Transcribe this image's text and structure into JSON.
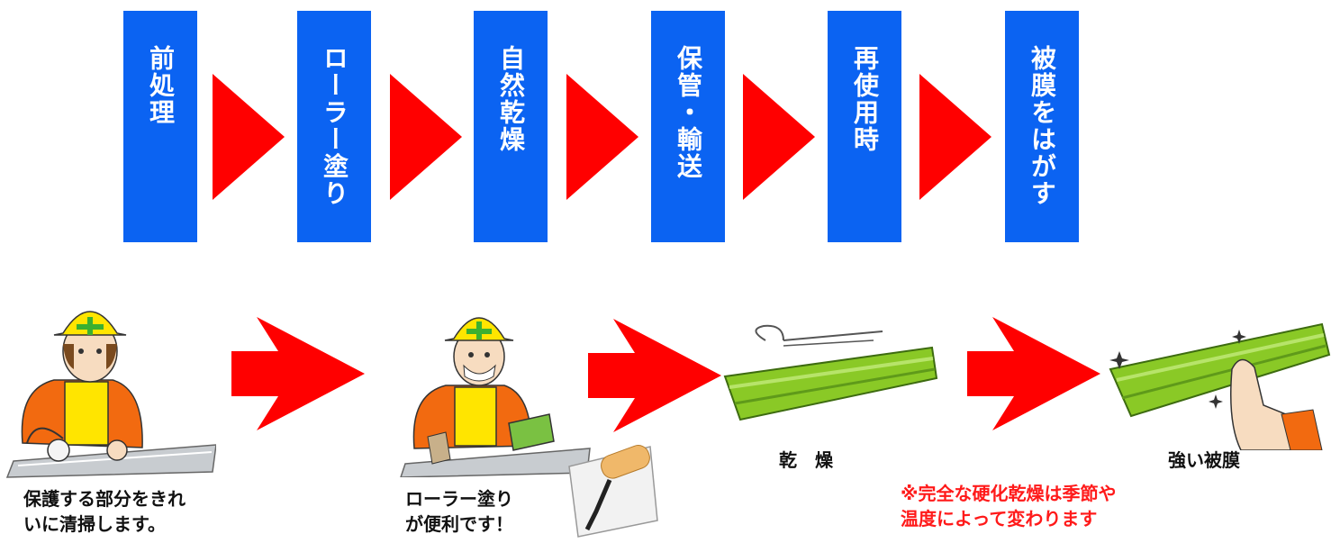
{
  "process": {
    "steps": [
      {
        "label": "前処理"
      },
      {
        "label": "ローラー塗り"
      },
      {
        "label": "自然乾燥"
      },
      {
        "label": "保管・輸送"
      },
      {
        "label": "再使用時"
      },
      {
        "label": "被膜をはがす"
      }
    ]
  },
  "illustrations": {
    "captions": {
      "cleaning": [
        "保護する部分をきれ",
        "いに清掃します。"
      ],
      "rolling": [
        "ローラー塗り",
        "が便利です！"
      ],
      "drying": "乾　燥",
      "film": "強い被膜"
    },
    "note": [
      "※完全な硬化乾燥は季節や",
      "温度によって変わります"
    ]
  },
  "colors": {
    "step_blue": "#0b63f2",
    "arrow_red": "#ff0000",
    "note_red": "#ff1a1a",
    "helmet_yellow": "#ffe500",
    "uniform_orange": "#f26a10",
    "film_green": "#8ac926"
  }
}
